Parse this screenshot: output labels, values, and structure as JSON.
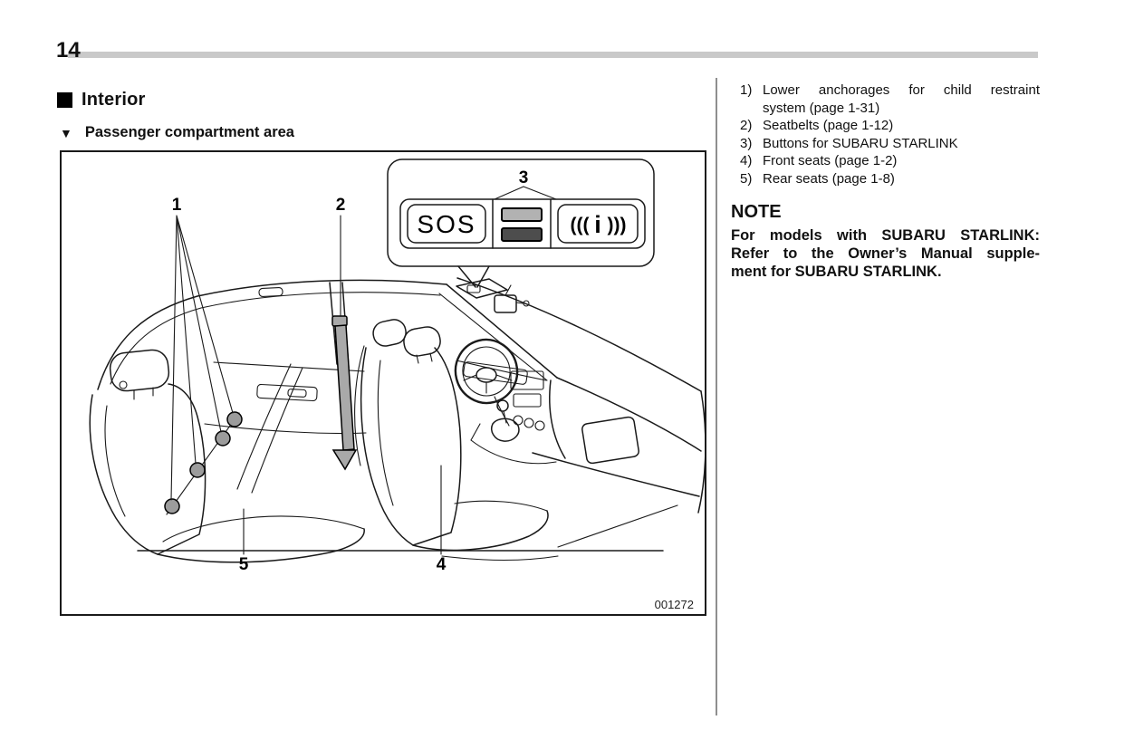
{
  "page": {
    "number": "14",
    "section": {
      "title": "Interior"
    },
    "subsection": {
      "title": "Passenger compartment area"
    }
  },
  "figure": {
    "code": "001272",
    "callouts": {
      "c1": "1",
      "c2": "2",
      "c3": "3",
      "c4": "4",
      "c5": "5"
    },
    "inset": {
      "sos_label": "SOS",
      "info_icon": {
        "left": "(((",
        "core": "i",
        "right": ")))"
      },
      "bar_top_color": "#b2b2b2",
      "bar_bottom_color": "#4d4d4d"
    },
    "colors": {
      "belt_gray": "#a9a9a9",
      "anchor_gray": "#9c9c9c"
    }
  },
  "legend": {
    "items": [
      {
        "num": "1)",
        "lines": [
          "Lower anchorages for child restraint",
          "system (page 1-31)"
        ]
      },
      {
        "num": "2)",
        "lines": [
          "Seatbelts (page 1-12)"
        ]
      },
      {
        "num": "3)",
        "lines": [
          "Buttons for SUBARU STARLINK"
        ]
      },
      {
        "num": "4)",
        "lines": [
          "Front seats (page 1-2)"
        ]
      },
      {
        "num": "5)",
        "lines": [
          "Rear seats (page 1-8)"
        ]
      }
    ]
  },
  "note": {
    "title": "NOTE",
    "lines": [
      "For models with SUBARU STARLINK:",
      "Refer to the Owner’s Manual supple-",
      "ment for SUBARU STARLINK."
    ]
  }
}
